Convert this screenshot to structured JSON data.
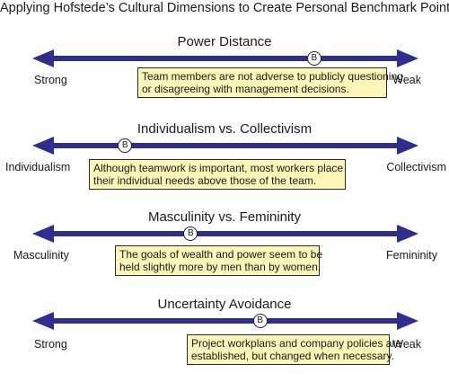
{
  "title": "Applying Hofstede’s Cultural Dimensions to Create Personal Benchmark Points",
  "colors": {
    "arrow": "#2e2e8f",
    "note_fill": "#fbf6b7"
  },
  "dimensions": [
    {
      "title": "Power Distance",
      "left_label": "Strong",
      "right_label": "Weak",
      "marker": "B",
      "marker_position": 0.73,
      "note": [
        "Team members are not adverse to publicly questioning",
        "or disagreeing with management decisions."
      ]
    },
    {
      "title": "Individualism vs. Collectivism",
      "left_label": "Individualism",
      "right_label": "Collectivism",
      "marker": "B",
      "marker_position": 0.24,
      "note": [
        "Although teamwork is important, most workers place",
        "their individual needs above those of the team."
      ]
    },
    {
      "title": "Masculinity vs. Femininity",
      "left_label": "Masculinity",
      "right_label": "Femininity",
      "marker": "B",
      "marker_position": 0.41,
      "note": [
        "The goals of wealth and power seem to be",
        "held slightly more by men than by women."
      ]
    },
    {
      "title": "Uncertainty Avoidance",
      "left_label": "Strong",
      "right_label": "Weak",
      "marker": "B",
      "marker_position": 0.59,
      "note": [
        "Project workplans and company policies are",
        "established, but changed when necessary."
      ]
    }
  ]
}
